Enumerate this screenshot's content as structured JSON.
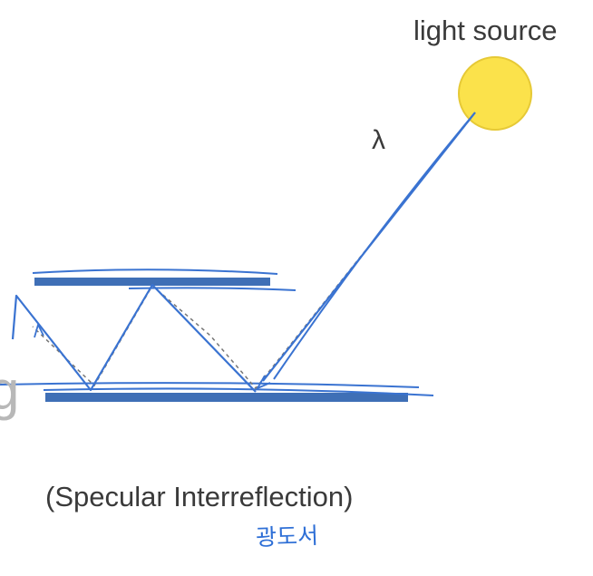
{
  "labels": {
    "light_source": "light source",
    "wavelength_symbol": "λ",
    "caption": "(Specular Interreflection)",
    "handwritten_note": "광도서",
    "cut_off_letter": "g"
  },
  "icons": {
    "light_source": "sun-disc",
    "light_ray": "light-ray-arrow"
  },
  "colors": {
    "sun_fill": "#fbe24b",
    "sun_stroke": "#e6c936",
    "plate": "#3f6fb6",
    "ink": "#3a73d1",
    "ray_dashed": "#777777",
    "text": "#3a3a3a"
  }
}
